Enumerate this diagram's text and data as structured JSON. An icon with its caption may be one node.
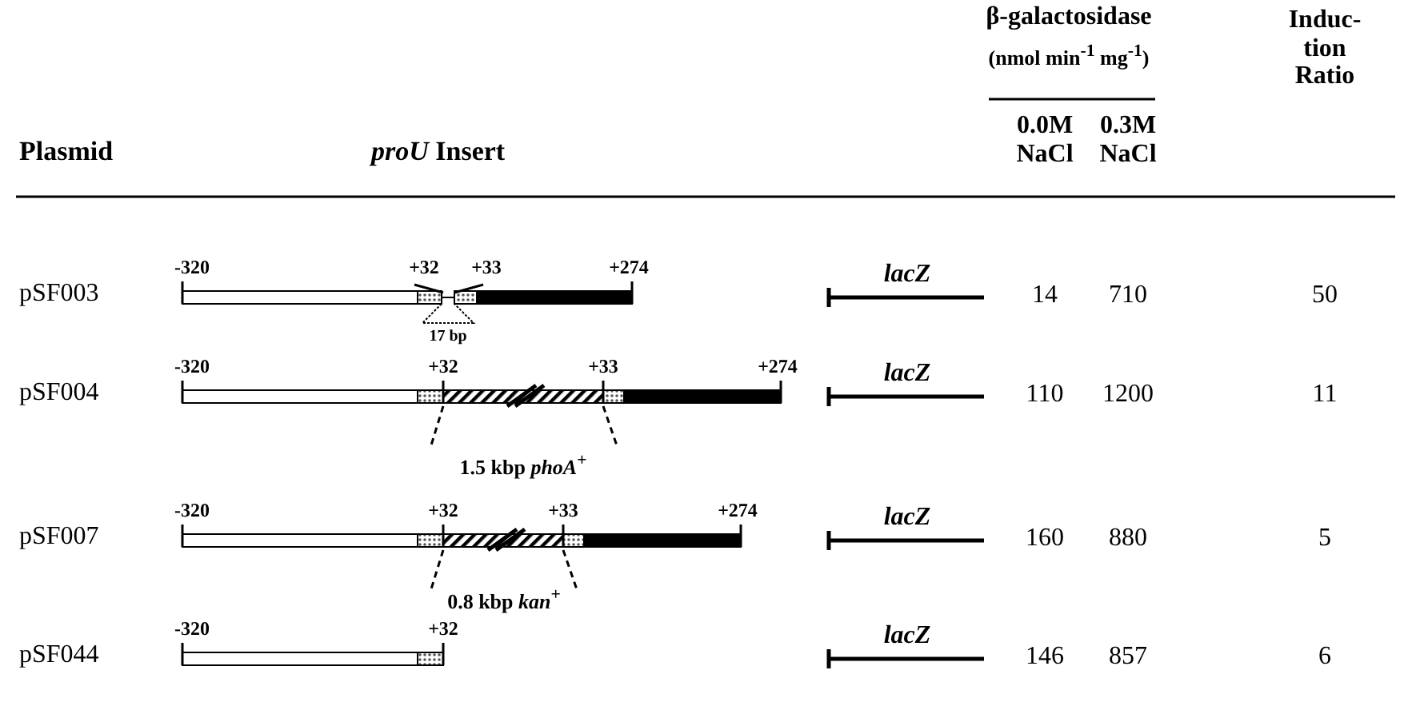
{
  "diagram": {
    "labels": [
      "β-galactosidase",
      "(nmol min$^{-1}$ mg$^{-1}$)",
      "Induc- tion Ratio",
      "Plasmid",
      "*proU* Insert",
      "0.0M NaCl",
      "0.3M NaCl",
      "pSF003",
      "-320",
      "+32",
      "+33",
      "+274",
      "17 bp",
      "lacZ",
      "14",
      "710",
      "50",
      "pSF004",
      "-320",
      "+32",
      "+33",
      "+274",
      "1.5 kbp *phoA*$^{+}$",
      "lacZ",
      "110",
      "1200",
      "11",
      "pSF007",
      "-320",
      "+32",
      "+33",
      "+274",
      "0.8 kbp *kan*$^{+}$",
      "lacZ",
      "160",
      "880",
      "5",
      "pSF044",
      "-320",
      "+32",
      "lacZ",
      "146",
      "857",
      "6"
    ]
  }
}
